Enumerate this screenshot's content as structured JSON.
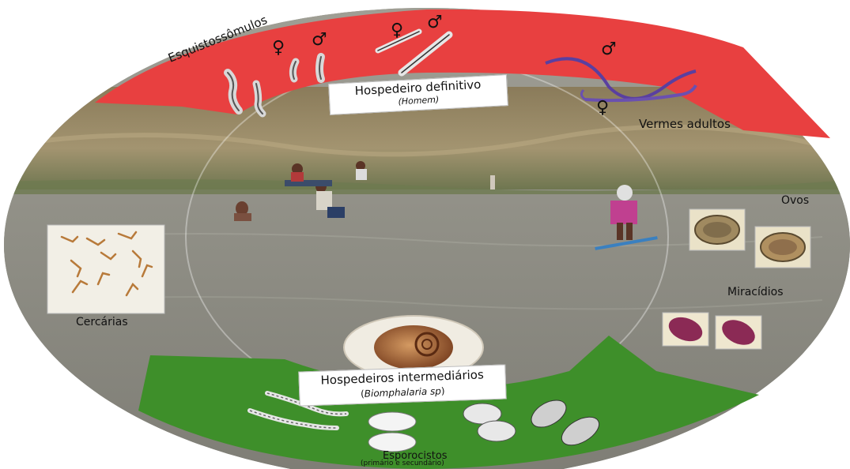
{
  "definitive_host": {
    "title": "Hospedeiro definitivo",
    "subtitle": "(Homem)"
  },
  "intermediate_host": {
    "title": "Hospedeiros intermediários",
    "subtitle_prefix": "(",
    "subtitle_italic": "Biomphalaria sp",
    "subtitle_suffix": ")"
  },
  "stages": {
    "schistosomula": "Esquistossômulos",
    "adult_worms": "Vermes adultos",
    "eggs": "Ovos",
    "miracidia": "Miracídios",
    "cercariae": "Cercárias",
    "sporocysts": "Esporocistos",
    "sporocysts_note": "(primário e secundário)"
  },
  "symbols": {
    "female": "♀",
    "male": "♂"
  },
  "colors": {
    "red_band": "#e84040",
    "green_band": "#3e8f2a",
    "water": "#8f8f86",
    "riverbank": "#9a8a66",
    "miracidia": "#8b2a55",
    "snail": "#9a5a30"
  }
}
